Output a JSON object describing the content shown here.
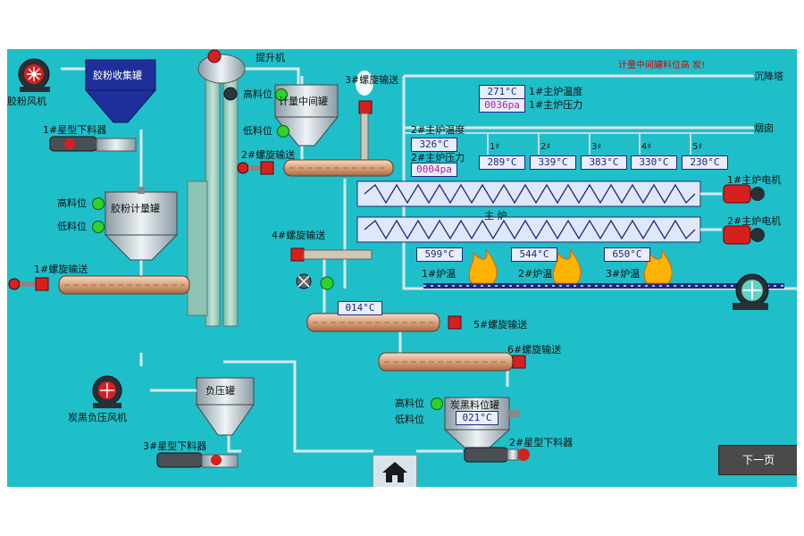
{
  "alarm": "计量中间罐料位高 炭!",
  "equipment": {
    "powder_fan": "胶粉风机",
    "powder_tank": "胶粉收集罐",
    "star_feeder_1": "1#星型下料器",
    "high_level_1": "高料位",
    "low_level_1": "低料位",
    "metering_tank": "胶粉计量罐",
    "screw_1": "1#螺旋输送",
    "elevator": "提升机",
    "high_level_2": "高料位",
    "low_level_2": "低料位",
    "mid_tank": "计量中间罐",
    "screw_2": "2#螺旋输送",
    "screw_3": "3#螺旋输送",
    "screw_4": "4#螺旋输送",
    "screw_5": "5#螺旋输送",
    "screw_6": "6#螺旋输送",
    "settling_tower": "沉降塔",
    "chimney": "烟囱",
    "main_furnace": "主 炉",
    "furnace_motor_1": "1#主炉电机",
    "furnace_motor_2": "2#主炉电机",
    "carbon_fan": "炭黑负压风机",
    "neg_tank": "负压罐",
    "star_feeder_3": "3#星型下料器",
    "carbon_tank": "炭黑料位罐",
    "high_level_3": "高料位",
    "low_level_3": "低料位",
    "star_feeder_2": "2#星型下料器"
  },
  "furnace1": {
    "temp_label": "1#主炉温度",
    "temp_value": "271°C",
    "pressure_label": "1#主炉压力",
    "pressure_value": "0036pa"
  },
  "furnace2": {
    "temp_label": "2#主炉温度",
    "temp_value": "326°C",
    "pressure_label": "2#主炉压力",
    "pressure_value": "0004pa"
  },
  "zones": [
    {
      "label": "1♯",
      "value": "289°C"
    },
    {
      "label": "2♯",
      "value": "339°C"
    },
    {
      "label": "3♯",
      "value": "383°C"
    },
    {
      "label": "4♯",
      "value": "330°C"
    },
    {
      "label": "5♯",
      "value": "230°C"
    }
  ],
  "burners": [
    {
      "label": "1#炉温",
      "value": "599°C"
    },
    {
      "label": "2#炉温",
      "value": "544°C"
    },
    {
      "label": "3#炉温",
      "value": "650°C"
    }
  ],
  "screw5_temp": "014°C",
  "carbon_tank_temp": "021°C",
  "next_page": "下一页",
  "icons": [
    "fan-icon",
    "home-icon",
    "valve-icon",
    "flame-icon",
    "motor-icon"
  ],
  "colors": {
    "background": "#1fbfca",
    "alarm": "#d40000",
    "indicator": "#2ed12e",
    "tank": "#1f2f99"
  }
}
